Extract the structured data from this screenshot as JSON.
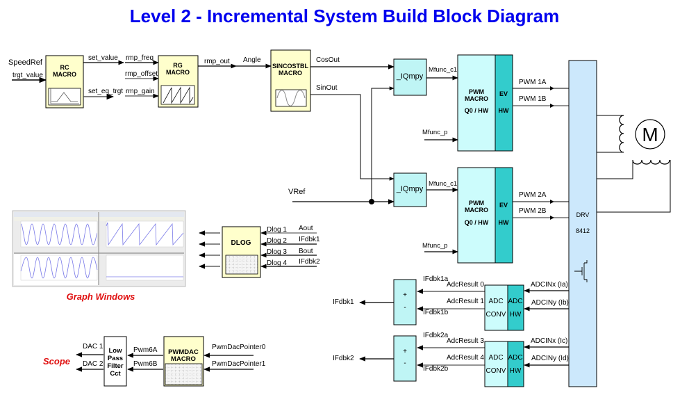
{
  "title": "Level 2 - Incremental System Build Block Diagram",
  "colors": {
    "title": "#0000EE",
    "macro_block": "#FFFFCC",
    "iqmpy_block": "#BFF5F5",
    "pwm_block": "#CCFCFC",
    "hw_block": "#33CCCC",
    "drv_block": "#CCE8FC",
    "label_red": "#E01010"
  },
  "inputs": {
    "speed_ref": "SpeedRef",
    "trgt_value": "trgt_value",
    "vref": "VRef"
  },
  "rc_macro": {
    "line1": "RC",
    "line2": "MACRO",
    "out_set_value": "set_value",
    "out_set_eq_trgt": "set_eq_trgt"
  },
  "rg_macro": {
    "line1": "RG",
    "line2": "MACRO",
    "in_rmp_freq": "rmp_freq",
    "in_rmp_offset": "rmp_offset",
    "in_rmp_gain": "rmp_gain",
    "out_rmp_out": "rmp_out"
  },
  "sincos_macro": {
    "line1": "SINCOSTBL",
    "line2": "MACRO",
    "in_angle": "Angle",
    "out_cos": "CosOut",
    "out_sin": "SinOut"
  },
  "iqmpy": [
    {
      "label": "_IQmpy",
      "out": "Mfunc_c1"
    },
    {
      "label": "_IQmpy",
      "out": "Mfunc_c1"
    }
  ],
  "pwm_macros": [
    {
      "line1": "PWM",
      "line2": "MACRO",
      "line3": "Q0 / HW",
      "hw1": "EV",
      "hw2": "HW",
      "in_p": "Mfunc_p",
      "out_a": "PWM 1A",
      "out_b": "PWM 1B"
    },
    {
      "line1": "PWM",
      "line2": "MACRO",
      "line3": "Q0 / HW",
      "hw1": "EV",
      "hw2": "HW",
      "in_p": "Mfunc_p",
      "out_a": "PWM 2A",
      "out_b": "PWM 2B"
    }
  ],
  "drv": {
    "line1": "DRV",
    "line2": "8412"
  },
  "motor": {
    "label": "M"
  },
  "graph_windows": {
    "label": "Graph Windows"
  },
  "dlog": {
    "label": "DLOG",
    "channels": [
      {
        "port": "Dlog 1",
        "signal": "Aout"
      },
      {
        "port": "Dlog 2",
        "signal": "IFdbk1"
      },
      {
        "port": "Dlog 3",
        "signal": "Bout"
      },
      {
        "port": "Dlog 4",
        "signal": "IFdbk2"
      }
    ]
  },
  "adc_groups": [
    {
      "sum_plus": "+",
      "sum_minus": "-",
      "output": "IFdbk1",
      "fb_a": "IFdbk1a",
      "fb_b": "IFdbk1b",
      "res_a": "AdcResult 0",
      "res_b": "AdcResult 1",
      "conv1": "ADC",
      "conv2": "CONV",
      "hw1": "ADC",
      "hw2": "HW",
      "in_x": "ADCINx (Ia)",
      "in_y": "ADCINy (Ib)"
    },
    {
      "sum_plus": "+",
      "sum_minus": "-",
      "output": "IFdbk2",
      "fb_a": "IFdbk2a",
      "fb_b": "IFdbk2b",
      "res_a": "AdcResult 3",
      "res_b": "AdcResult 4",
      "conv1": "ADC",
      "conv2": "CONV",
      "hw1": "ADC",
      "hw2": "HW",
      "in_x": "ADCINx (Ic)",
      "in_y": "ADCINy (Id)"
    }
  ],
  "pwmdac": {
    "line1": "PWMDAC",
    "line2": "MACRO",
    "in0": "PwmDacPointer0",
    "in1": "PwmDacPointer1",
    "out_a": "Pwm6A",
    "out_b": "Pwm6B"
  },
  "lpf": {
    "line1": "Low",
    "line2": "Pass",
    "line3": "Filter",
    "line4": "Cct",
    "out1": "DAC 1",
    "out2": "DAC 2"
  },
  "scope": {
    "label": "Scope"
  }
}
